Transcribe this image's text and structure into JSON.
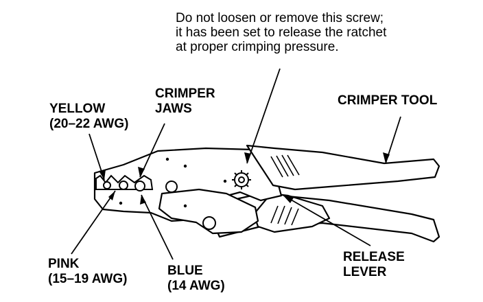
{
  "labels": {
    "note": [
      "Do not loosen or remove this screw;",
      "it has been set to release the ratchet",
      "at proper crimping pressure."
    ],
    "crimper_tool": "CRIMPER TOOL",
    "crimper_jaws": [
      "CRIMPER",
      "JAWS"
    ],
    "yellow": [
      "YELLOW",
      "(20–22 AWG)"
    ],
    "pink": [
      "PINK",
      "(15–19 AWG)"
    ],
    "blue": [
      "BLUE",
      "(14 AWG)"
    ],
    "release_lever": [
      "RELEASE",
      "LEVER"
    ]
  },
  "colors": {
    "ink": "#000000",
    "background": "#ffffff"
  }
}
